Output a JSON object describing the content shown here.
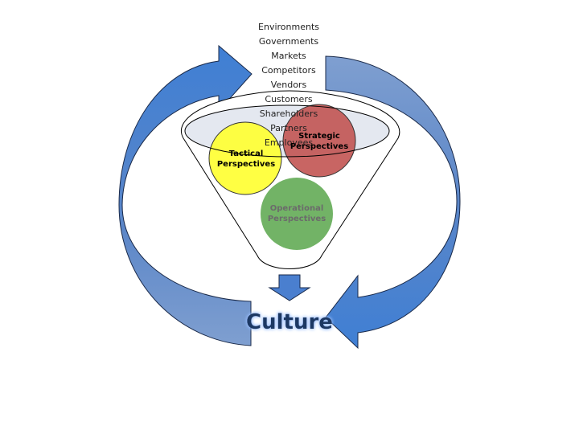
{
  "influences": [
    "Environments",
    "Governments",
    "Markets",
    "Competitors",
    "Vendors",
    "Customers",
    "Shareholders",
    "Partners",
    "Employees"
  ],
  "perspectives": {
    "tactical": [
      "Tactical",
      "Perspectives"
    ],
    "strategic": [
      "Strategic",
      "Perspectives"
    ],
    "operational": [
      "Operational",
      "Perspectives"
    ]
  },
  "result": "Culture",
  "colors": {
    "arrow_blue": "#4a7fcf",
    "tactical": "#ffff33",
    "strategic": "#c0504d",
    "operational": "#6aaf5e",
    "funnel_fill": "#e4e8f0",
    "culture_text": "#1f3864"
  }
}
